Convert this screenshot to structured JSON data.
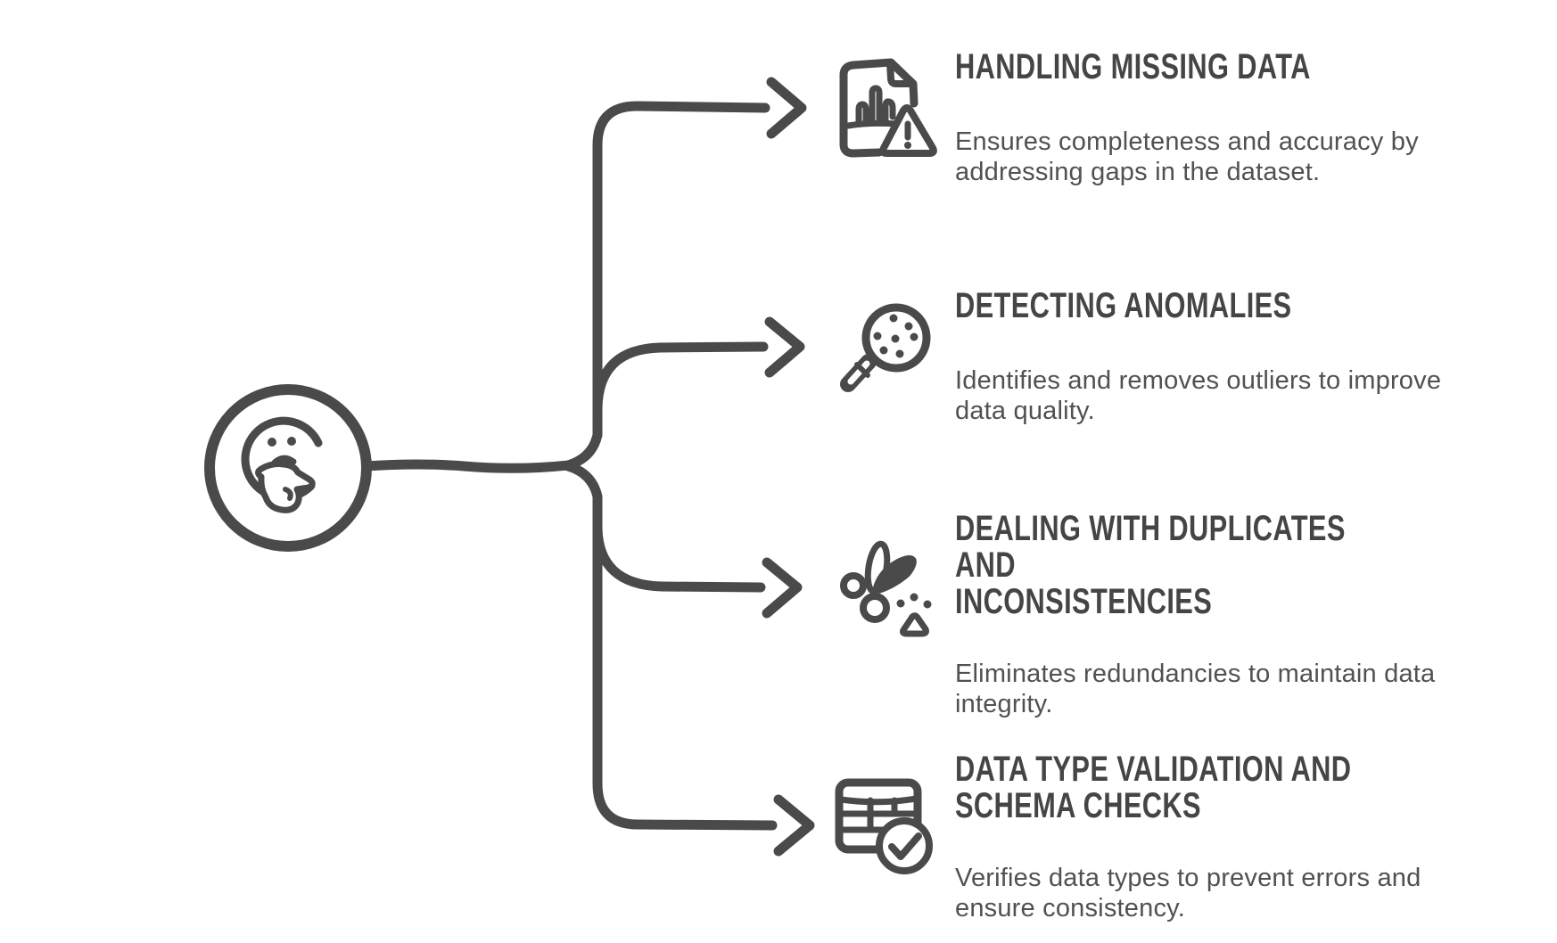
{
  "figure": {
    "background": "#ffffff",
    "stroke_color": "#4a4a4a",
    "heading_color": "#454545",
    "body_color": "#515151",
    "center_icon": "thinking-face-icon"
  },
  "branches": [
    {
      "title": "HANDLING MISSING DATA",
      "description": "Ensures completeness and accuracy by\naddressing gaps in the dataset.",
      "icon": "document-chart-warning-icon"
    },
    {
      "title": "DETECTING ANOMALIES",
      "description": "Identifies and removes outliers to improve\ndata quality.",
      "icon": "magnifier-dots-icon"
    },
    {
      "title": "DEALING WITH DUPLICATES AND\nINCONSISTENCIES",
      "description": "Eliminates redundancies to maintain data\nintegrity.",
      "icon": "scissors-beads-icon"
    },
    {
      "title": "DATA TYPE VALIDATION AND\nSCHEMA CHECKS",
      "description": "Verifies data types to prevent errors and\nensure consistency.",
      "icon": "table-check-icon"
    }
  ]
}
